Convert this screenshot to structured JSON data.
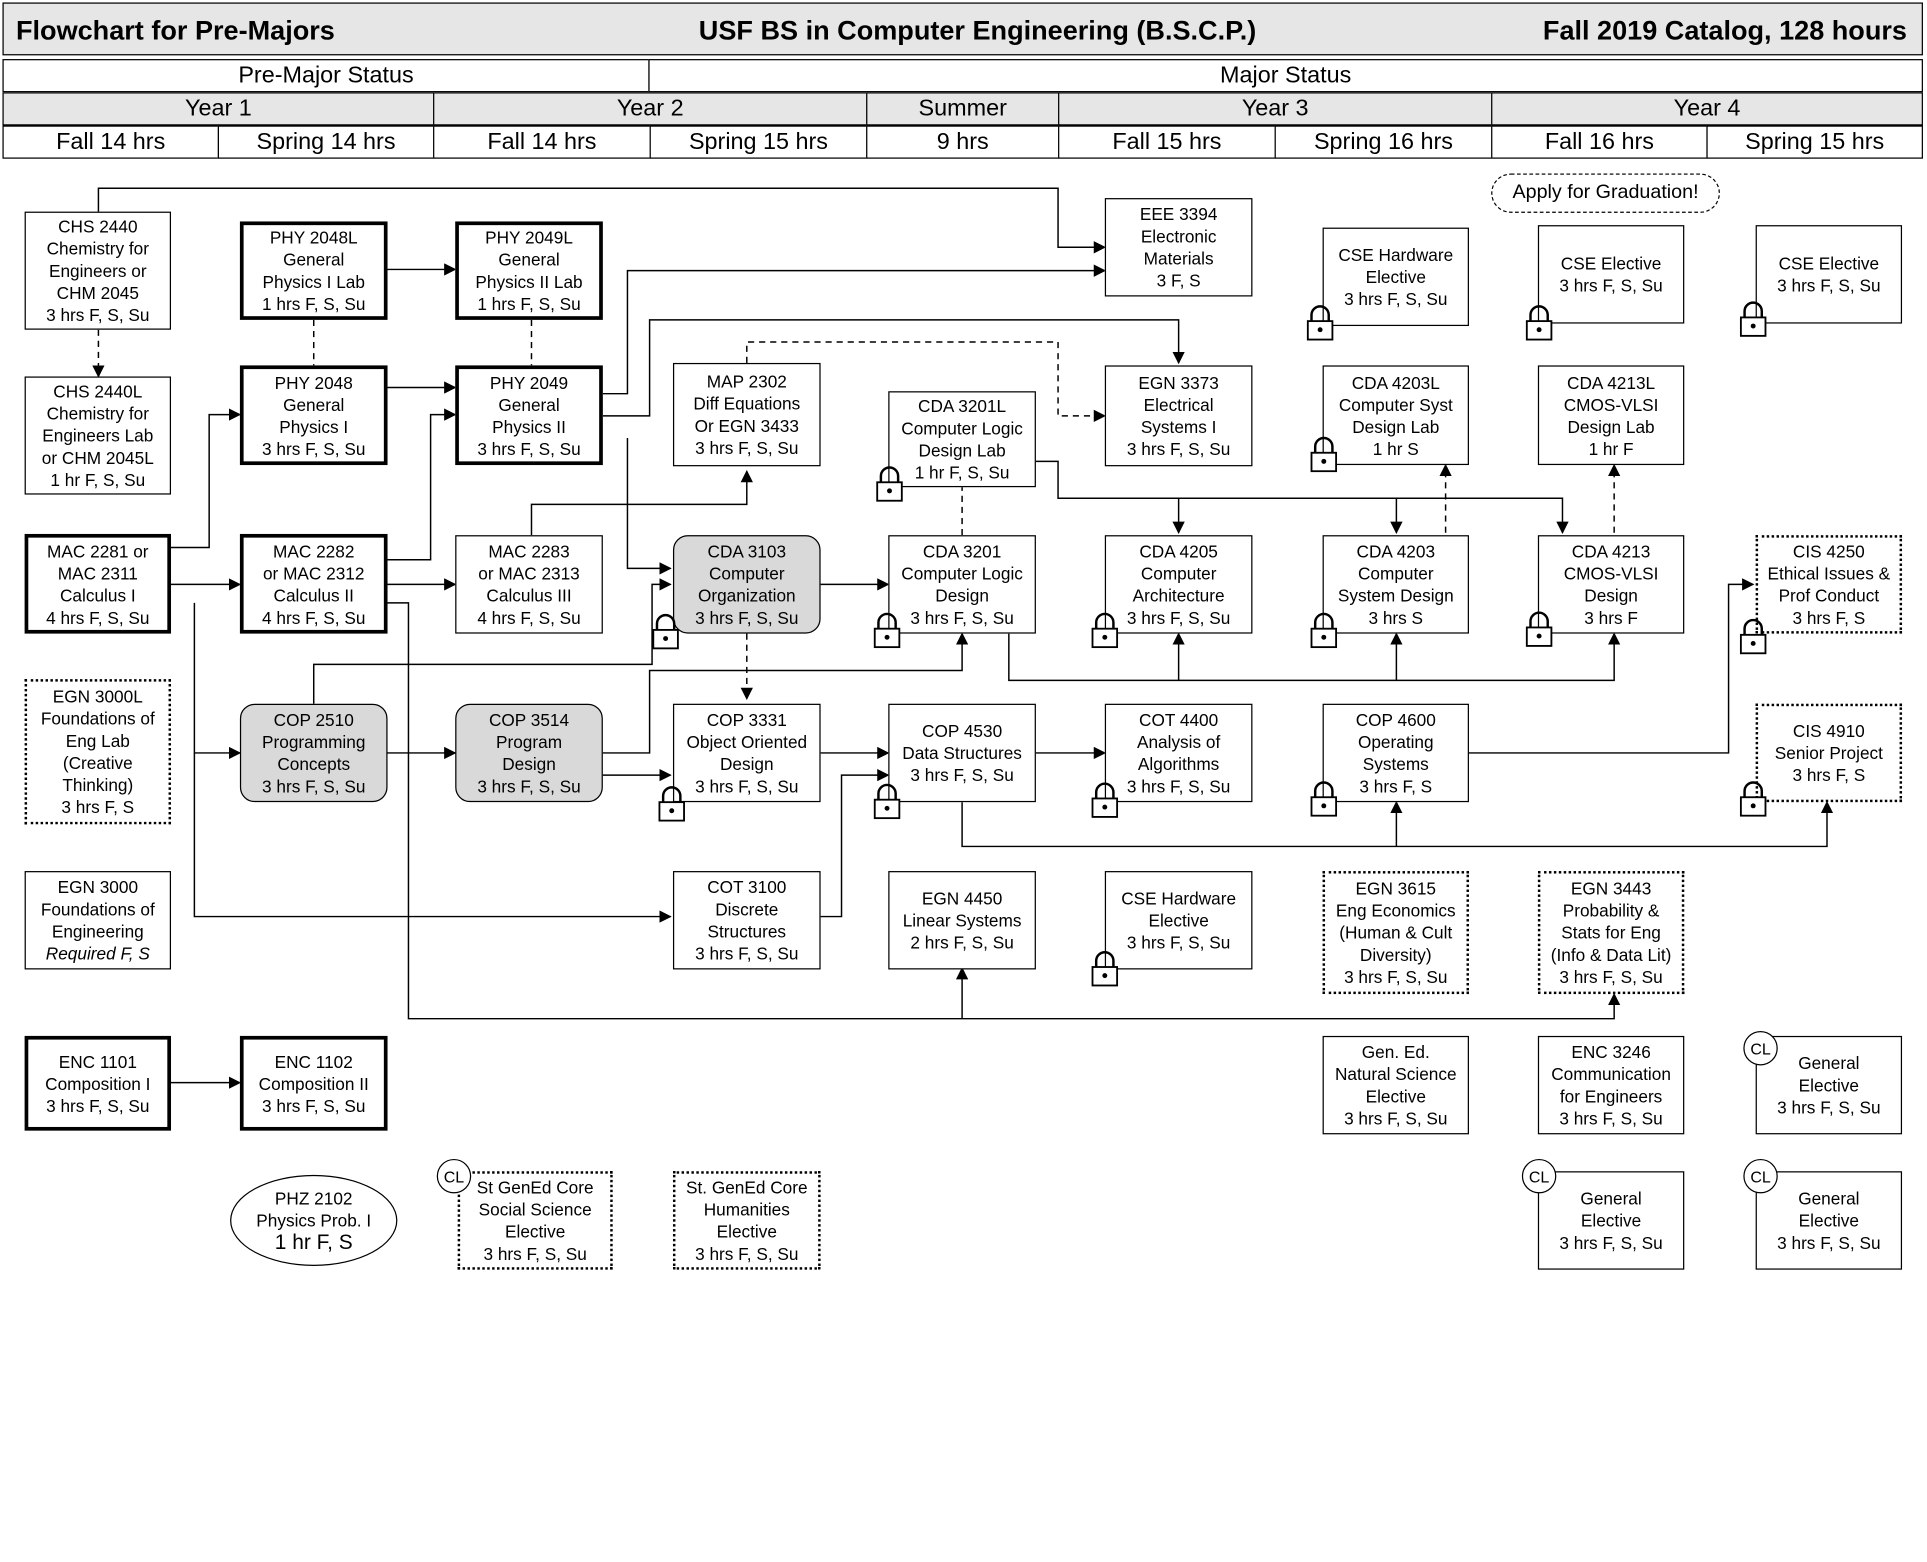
{
  "title": {
    "left": "Flowchart for Pre-Majors",
    "center": "USF BS in Computer Engineering (B.S.C.P.)",
    "right": "Fall 2019 Catalog, 128 hours"
  },
  "status": {
    "pre_major": "Pre-Major Status",
    "major": "Major Status"
  },
  "years": [
    "Year 1",
    "Year 2",
    "Summer",
    "Year 3",
    "Year 4"
  ],
  "terms": [
    "Fall 14 hrs",
    "Spring 14 hrs",
    "Fall 14 hrs",
    "Spring 15 hrs",
    "9 hrs",
    "Fall 15 hrs",
    "Spring 16 hrs",
    "Fall 16 hrs",
    "Spring 15 hrs"
  ],
  "apply_graduation": "Apply for Graduation!",
  "courses": {
    "chs2440": [
      "CHS 2440",
      "Chemistry for",
      "Engineers or",
      "CHM 2045",
      "3 hrs   F, S, Su"
    ],
    "chs2440l": [
      "CHS 2440L",
      "Chemistry for",
      "Engineers Lab",
      "or CHM 2045L",
      "1 hr    F, S, Su"
    ],
    "mac2281": [
      "MAC 2281 or",
      "MAC 2311",
      "Calculus I",
      "4 hrs  F, S, Su"
    ],
    "egn3000l": [
      "EGN 3000L",
      "Foundations of",
      "Eng Lab",
      "(Creative",
      "Thinking)",
      "3 hrs  F, S"
    ],
    "egn3000": [
      "EGN 3000",
      "Foundations of",
      "Engineering",
      "Required F, S"
    ],
    "enc1101": [
      "ENC 1101",
      "Composition I",
      "3 hrs  F, S, Su"
    ],
    "phy2048l": [
      "PHY 2048L",
      "General",
      "Physics I Lab",
      "1 hrs  F, S, Su"
    ],
    "phy2048": [
      "PHY 2048",
      "General",
      "Physics I",
      "3 hrs  F, S, Su"
    ],
    "mac2282": [
      "MAC 2282",
      "or MAC 2312",
      "Calculus II",
      "4 hrs  F, S, Su"
    ],
    "cop2510": [
      "COP 2510",
      "Programming",
      "Concepts",
      "3 hrs  F, S, Su"
    ],
    "enc1102": [
      "ENC 1102",
      "Composition II",
      "3 hrs  F, S, Su"
    ],
    "phz2102": [
      "PHZ 2102",
      "Physics Prob. I",
      "1 hr  F, S"
    ],
    "phy2049l": [
      "PHY 2049L",
      "General",
      "Physics II Lab",
      "1 hrs  F, S, Su"
    ],
    "phy2049": [
      "PHY 2049",
      "General",
      "Physics II",
      "3 hrs  F, S, Su"
    ],
    "mac2283": [
      "MAC 2283",
      "or MAC 2313",
      "Calculus III",
      "4 hrs  F, S, Su"
    ],
    "cop3514": [
      "COP 3514",
      "Program",
      "Design",
      "3 hrs  F, S, Su"
    ],
    "gened_social": [
      "St GenEd Core",
      "Social Science",
      "Elective",
      "3 hrs  F, S, Su"
    ],
    "map2302": [
      "MAP 2302",
      "Diff Equations",
      "Or EGN 3433",
      "3 hrs  F, S, Su"
    ],
    "cda3103": [
      "CDA 3103",
      "Computer",
      "Organization",
      "3 hrs  F, S, Su"
    ],
    "cop3331": [
      "COP 3331",
      "Object Oriented",
      "Design",
      "3 hrs  F, S, Su"
    ],
    "cot3100": [
      "COT 3100",
      "Discrete",
      "Structures",
      "3 hrs  F, S, Su"
    ],
    "gened_hum": [
      "St. GenEd Core",
      "Humanities",
      "Elective",
      "3 hrs  F, S, Su"
    ],
    "cda3201l": [
      "CDA 3201L",
      "Computer Logic",
      "Design Lab",
      "1 hr  F, S, Su"
    ],
    "cda3201": [
      "CDA 3201",
      "Computer Logic",
      "Design",
      "3 hrs  F, S, Su"
    ],
    "cop4530": [
      "COP 4530",
      "Data Structures",
      "3 hrs  F, S, Su"
    ],
    "egn4450": [
      "EGN 4450",
      "Linear Systems",
      "2 hrs  F, S, Su"
    ],
    "eee3394": [
      "EEE 3394",
      "Electronic",
      "Materials",
      "3   F, S"
    ],
    "egn3373": [
      "EGN 3373",
      "Electrical",
      "Systems I",
      "3 hrs  F, S, Su"
    ],
    "cda4205": [
      "CDA 4205",
      "Computer",
      "Architecture",
      "3 hrs  F, S, Su"
    ],
    "cot4400": [
      "COT 4400",
      "Analysis of",
      "Algorithms",
      "3 hrs  F, S, Su"
    ],
    "cse_hw2": [
      "CSE Hardware",
      "Elective",
      "3 hrs  F, S, Su"
    ],
    "cse_hw1": [
      "CSE Hardware",
      "Elective",
      "3 hrs  F, S, Su"
    ],
    "cda4203l": [
      "CDA 4203L",
      "Computer Syst",
      "Design Lab",
      "1 hr     S"
    ],
    "cda4203": [
      "CDA 4203",
      "Computer",
      "System Design",
      "3 hrs     S"
    ],
    "cop4600": [
      "COP 4600",
      "Operating",
      "Systems",
      "3 hrs  F, S"
    ],
    "egn3615": [
      "EGN 3615",
      "Eng Economics",
      "(Human & Cult",
      "Diversity)",
      "3 hrs  F, S, Su"
    ],
    "gened_natsci": [
      "Gen. Ed.",
      "Natural Science",
      "Elective",
      "3 hrs  F, S, Su"
    ],
    "cse_elec1": [
      "CSE Elective",
      "3 hrs  F, S, Su"
    ],
    "cda4213l": [
      "CDA 4213L",
      "CMOS-VLSI",
      "Design Lab",
      "1 hr    F"
    ],
    "cda4213": [
      "CDA 4213",
      "CMOS-VLSI",
      "Design",
      "3 hrs     F"
    ],
    "egn3443": [
      "EGN 3443",
      "Probability &",
      "Stats for Eng",
      "(Info & Data Lit)",
      "3 hrs  F, S, Su"
    ],
    "enc3246": [
      "ENC 3246",
      "Communication",
      "for Engineers",
      "3 hrs  F, S, Su"
    ],
    "gen_elec1": [
      "General",
      "Elective",
      "3 hrs  F, S, Su"
    ],
    "cse_elec2": [
      "CSE Elective",
      "3 hrs  F, S, Su"
    ],
    "cis4250": [
      "CIS 4250",
      "Ethical Issues &",
      "Prof Conduct",
      "3 hrs  F, S"
    ],
    "cis4910": [
      "CIS 4910",
      "Senior Project",
      "3 hrs  F, S"
    ],
    "gen_elec2": [
      "General",
      "Elective",
      "3 hrs  F, S, Su"
    ],
    "gen_elec3": [
      "General",
      "Elective",
      "3 hrs  F, S, Su"
    ]
  },
  "cl_label": "CL"
}
